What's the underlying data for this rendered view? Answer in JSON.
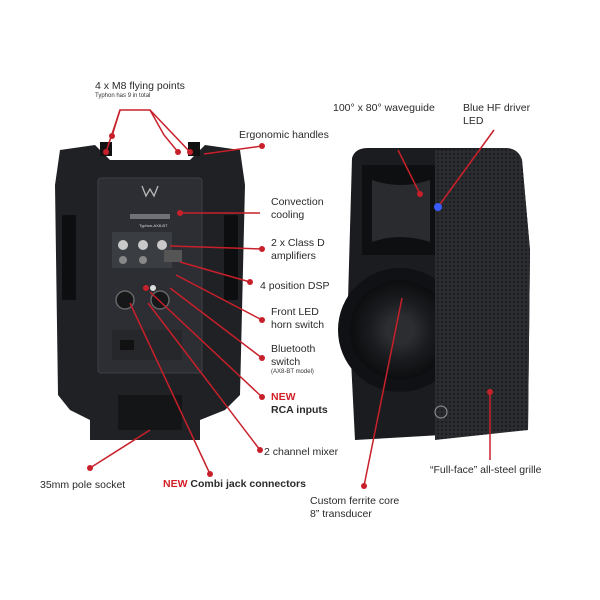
{
  "labels": {
    "flying_points": "4 x M8 flying points",
    "flying_points_note": "Typhon has 9 in total",
    "ergonomic_handles": "Ergonomic handles",
    "convection_line1": "Convection",
    "convection_line2": "cooling",
    "amps_line1": "2 x Class D",
    "amps_line2": "amplifiers",
    "dsp": "4 position DSP",
    "led_line1": "Front LED",
    "led_line2": "horn switch",
    "bt_line1": "Bluetooth",
    "bt_line2": "switch",
    "bt_note": "(AX8-BT model)",
    "rca_new": "NEW",
    "rca_text": "RCA inputs",
    "mixer": "2 channel mixer",
    "pole": "35mm pole socket",
    "combi_new": "NEW",
    "combi_text": "Combi jack connectors",
    "waveguide": "100° x 80° waveguide",
    "hf_line1": "Blue HF driver",
    "hf_line2": "LED",
    "grille": "“Full-face” all-steel grille",
    "ferrite_line1": "Custom ferrite core",
    "ferrite_line2": "8” transducer"
  },
  "panel_text": {
    "model": "Typhon-AX8-BT"
  },
  "colors": {
    "callout": "#c8202a",
    "new_text": "#d32027",
    "speaker_body": "#1e2024"
  },
  "icons": {
    "logo": "wharfedale-w-logo"
  }
}
